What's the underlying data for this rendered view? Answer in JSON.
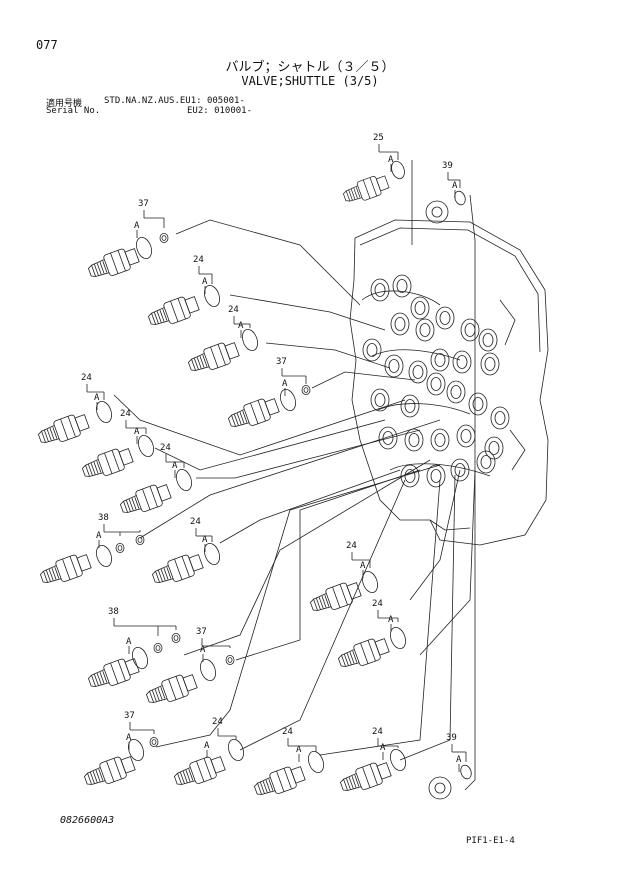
{
  "header": {
    "page_number": "077",
    "title_jp": "バルブ；シャトル（３／５）",
    "title_en": "VALVE;SHUTTLE (3/5)",
    "applicable_label": "適用号機",
    "serial_label": "Serial No.",
    "models_line": "STD.NA.NZ.AUS.EU1: 005001-",
    "eu2_line": "EU2: 010001-"
  },
  "footer": {
    "drawing_number": "0826600A3",
    "reference_code": "PIF1-E1-4"
  },
  "callouts": {
    "p25": "25",
    "p39": "39",
    "p37": "37",
    "p24": "24",
    "p38": "38",
    "a": "A"
  }
}
